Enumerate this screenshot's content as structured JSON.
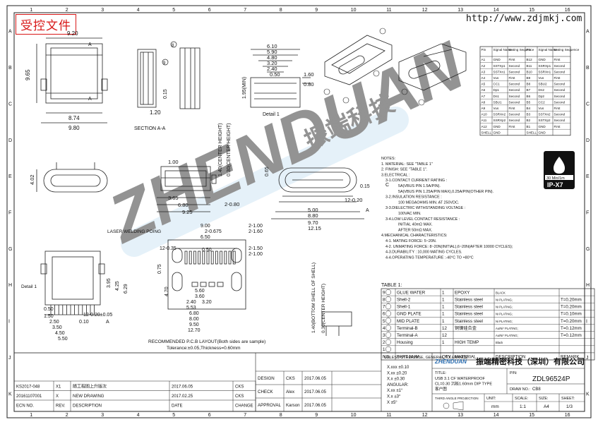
{
  "header": {
    "stamp": "受控文件",
    "url": "http://www.zdjmkj.com"
  },
  "border": {
    "cols": [
      "1",
      "2",
      "3",
      "4",
      "5",
      "6",
      "7",
      "8",
      "9",
      "10",
      "11",
      "12",
      "13",
      "14",
      "15",
      "16"
    ],
    "rows": [
      "A",
      "B",
      "C",
      "D",
      "E",
      "F",
      "G",
      "H",
      "I",
      "J",
      "K"
    ]
  },
  "watermark": {
    "brand": "ZHENDUAN",
    "cn": "振端科技"
  },
  "views": {
    "v1": {
      "w": "9.20",
      "h": "9.65",
      "w2": "8.74",
      "w3": "9.80",
      "sec": "A",
      "sec2": "A"
    },
    "v2": {
      "d1": "0.15",
      "d2": "1.20",
      "ref1": "8",
      "ref2": "9",
      "cap": "SECTION A-A"
    },
    "v3": {
      "d1": "6.10",
      "d2": "5.90",
      "d3": "4.80",
      "d4": "3.20",
      "d5": "2.40",
      "d6": "0.50",
      "d7": "1.60",
      "d8": "0.80",
      "d9": "1.95(MIN)",
      "cap": "Detail 1"
    },
    "v4": {
      "d1": "4.02",
      "d2": "1.00",
      "d3": "1.40(CENTER HEIGHT)",
      "d4": "0.30(CENTER HEIGHT)",
      "d5": "0.65",
      "d6": "3.65",
      "d7": "6.80",
      "d8": "9.25",
      "d9": "2-0.80"
    },
    "v5": {
      "d1": "0.15",
      "d2": "5.00",
      "d3": "8.80",
      "d4": "9.70",
      "d5": "12.15",
      "d6": "12-0.20",
      "d7": "C",
      "d8": "A"
    },
    "pcb": {
      "laser": "LASER WELDING POING",
      "dims": [
        "9.00",
        "2-0.675",
        "6.50",
        "0.50",
        "12-0.35",
        "2-1.00",
        "2-1.60",
        "5.60",
        "3.60",
        "3.20",
        "4.70",
        "2.40",
        "5.53",
        "6.80",
        "8.00",
        "9.50",
        "12.70",
        "2-1.50",
        "2-1.00",
        "0.75"
      ],
      "caption": "RECOMMENDED P.C.B LAYOUT(Both sides are sample)",
      "tol": "Tolerance:±0.05,Thickness=0.60mm"
    },
    "bottom": {
      "dims": [
        "3.95",
        "4.25",
        "6.29",
        "0.50",
        "1.50",
        "2.50",
        "3.50",
        "4.50",
        "5.50",
        "12-0.20±0.05",
        "0.10",
        "A"
      ],
      "detail": "Detail 1",
      "side": [
        "1.40(BOTTOM SHELL OF SHELL)",
        "0.30(CENTER HEIGHT)"
      ]
    }
  },
  "pin_table": {
    "headers": [
      "Pin",
      "Signal Name",
      "Mating Sequence",
      "Pin",
      "Signal Name",
      "Mating Sequence"
    ],
    "rows": [
      [
        "A1",
        "GND",
        "First",
        "B12",
        "GND",
        "First"
      ],
      [
        "A2",
        "SSTXp1",
        "Second",
        "B11",
        "SSRXp1",
        "Second"
      ],
      [
        "A3",
        "SSTXn1",
        "Second",
        "B10",
        "SSRXn1",
        "Second"
      ],
      [
        "A4",
        "Vus",
        "First",
        "B9",
        "Vus",
        "First"
      ],
      [
        "A5",
        "CC1",
        "Second",
        "B8",
        "SBU2",
        "Second"
      ],
      [
        "A6",
        "Dp1",
        "Second",
        "B7",
        "Dn2",
        "Second"
      ],
      [
        "A7",
        "Dn1",
        "Second",
        "B6",
        "Dp2",
        "Second"
      ],
      [
        "A8",
        "SBU1",
        "Second",
        "B5",
        "CC2",
        "Second"
      ],
      [
        "A9",
        "Vus",
        "First",
        "B4",
        "Vus",
        "First"
      ],
      [
        "A10",
        "SSRXn2",
        "Second",
        "B3",
        "SSTXn2",
        "Second"
      ],
      [
        "A11",
        "SSRXp2",
        "Second",
        "B2",
        "SSTXp2",
        "Second"
      ],
      [
        "A12",
        "GND",
        "First",
        "B1",
        "GND",
        "First"
      ],
      [
        "SHELL",
        "GND",
        "",
        "SHELL",
        "GND",
        ""
      ]
    ]
  },
  "rating": {
    "top": "30 Min/1m",
    "bottom": "IP-X7"
  },
  "notes": [
    "NOTES:",
    "1. MATERIAL: SEE \"TABLE 1\"",
    "2. FINISH: SEE \"TABLE 1\".",
    "3.ELECTRICAL :",
    "3-1.CONTACT CURRENT RATING :",
    "5A(VBUS PIN 1.5A/PIN).",
    "5A(VBUS PIN 1.25A/PIN MAX),0.25A/PIN(OTHER PIN).",
    "3-2.INSULATION RESISTANCE :",
    "100 MEGAOHMS MIN. AT 250VDC.",
    "3-3.DIELECTRIC WITHSTANDING VOLTAGE :",
    "100VAC MIN.",
    "3-4.LOW LEVEL CONTACT RESISTANCE :",
    "INITIAL 40mΩ MAX.",
    "AFTER 50mΩ MAX.",
    "4.MECHANICAL CHARACTERISTICS:",
    "4-1. MATING FORCE: 5~20N.",
    "4-2. UNMATING FORCE: 8~20N(INITIAL),6~20N(AFTER 10000 CYCLES);",
    "4-3.DURABILITY : 10,000 MATING CYCLES.",
    "4-4.OPERATING TEMPERATURE :-40°C TO +80°C"
  ],
  "table1": {
    "title": "TABLE 1:",
    "headers": [
      "NO.",
      "PART NUM",
      "QTY",
      "MATERIAL",
      "DESCRIPTION",
      "REMARK"
    ],
    "rows": [
      [
        "9",
        "GLUE WATER",
        "1",
        "EPOXY",
        "BLACK",
        ""
      ],
      [
        "8",
        "Shell-2",
        "1",
        "Stainless steel",
        "Ni PLATING;",
        "T=0.20mm"
      ],
      [
        "7",
        "Shell-1",
        "1",
        "Stainless steel",
        "Ni PLATING;",
        "T=0.20mm"
      ],
      [
        "6",
        "GND PLATE",
        "1",
        "Stainless steel",
        "Ni PLATING;",
        "T=0.10mm"
      ],
      [
        "5",
        "MID PLATE",
        "1",
        "Stainless steel",
        "Ni PLATING;",
        "T=0.20mm"
      ],
      [
        "4",
        "Terminal-B",
        "12",
        "铜镍硅合金",
        "Au/Ni* PLATING;",
        "T=0.12mm"
      ],
      [
        "3",
        "Terminal-A",
        "12",
        "",
        "Au/Ni* PLATING;",
        "T=0.12mm"
      ],
      [
        "2",
        "Housing",
        "1",
        "HIGH TEMP",
        "Black",
        ""
      ],
      [
        "1",
        "",
        "",
        "",
        "",
        ""
      ]
    ]
  },
  "tolerance": {
    "head": "UNLESS OTHERWISE, GENERAL TOLERANCE:",
    "lines": [
      "X.xxx  ±0.10",
      "X.xx  ±0.20",
      "X.x  ±0.30",
      "ANGULAR:",
      "X.xx  ±1°",
      "X.x  ±3°",
      "X  ±5°"
    ]
  },
  "approval": {
    "rows": [
      [
        "DESIGN",
        "CKS",
        "2017.06.05"
      ],
      [
        "CHECK",
        "Alex",
        "2017.06.05"
      ],
      [
        "APPROVAL",
        "Karson",
        "2017.06.05"
      ]
    ]
  },
  "company": {
    "logo": "ZHENDUAN",
    "name": "振端精密科技（深圳）有限公司"
  },
  "title_block": {
    "title_label": "TITLE:",
    "title_lines": [
      "USB 3.1 CF WATERPROOF",
      "CL=0.30 沉板1.60mm DIP TYPE",
      "客户图"
    ],
    "pn_label": "P/N:",
    "pn": "ZDL96524P",
    "drawno_label": "DRAW NO.:",
    "drawno": "CB8",
    "proj_label": "THIRD ANGLE PROJECTION",
    "unit_label": "UNIT:",
    "unit": "mm",
    "scale_label": "SCALE:",
    "scale": "1:1",
    "size_label": "SIZE:",
    "size": "A4",
    "sheet_label": "SHEET:",
    "sheet": "1/3"
  },
  "revisions": {
    "headers": [
      "ECN NO.",
      "REV.",
      "DESCRIPTION",
      "DATE",
      "CHANGE"
    ],
    "rows": [
      [
        "KS2017-048",
        "X1",
        "随工程图上升版次",
        "2017.06.05",
        "CKS"
      ],
      [
        "20161107001",
        "X",
        "NEW DRAWING",
        "2017.02.25",
        "CKS"
      ]
    ]
  }
}
